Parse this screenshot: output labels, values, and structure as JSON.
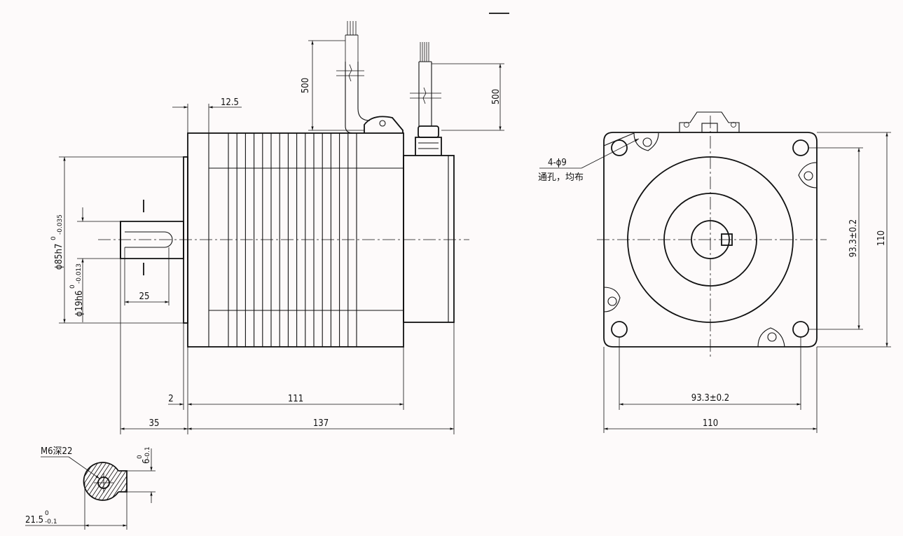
{
  "front_view": {
    "flange_offset": "12.5",
    "lead_length_1": "500",
    "lead_length_2": "500",
    "pilot_dia": "ϕ85h7",
    "pilot_tol_upper": "0",
    "pilot_tol_lower": "-0.035",
    "shaft_dia": "ϕ19h6",
    "shaft_tol_upper": "0",
    "shaft_tol_lower": "-0.013",
    "key_length": "25",
    "shoulder": "2",
    "body_length": "111",
    "shaft_length": "35",
    "total_length": "137"
  },
  "end_view": {
    "hole_spec": "4-ϕ9",
    "hole_note": "通孔，均布",
    "bolt_pitch_v": "93.3±0.2",
    "flange_v": "110",
    "bolt_pitch_h": "93.3±0.2",
    "flange_h": "110"
  },
  "shaft_section": {
    "tap_note": "M6深22",
    "key_width": "6",
    "key_width_tol_upper": "0",
    "key_width_tol_lower": "-0.1",
    "key_depth": "21.5",
    "key_depth_tol_upper": "0",
    "key_depth_tol_lower": "-0.1"
  }
}
